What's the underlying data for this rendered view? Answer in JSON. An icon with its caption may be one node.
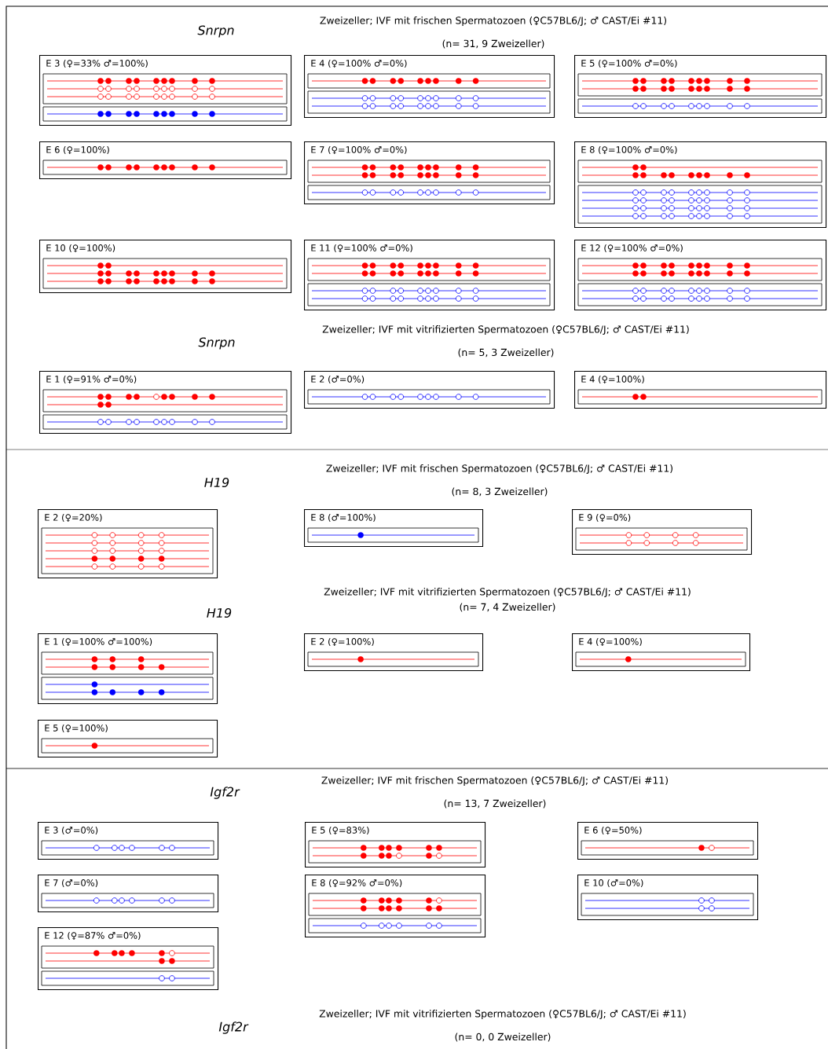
{
  "diagram": {
    "nodes": [
      {
        "text": [
          "E 3 (♀=33% ♂=100%)"
        ]
      },
      {
        "text": [
          "E 4 (♀=100% ♂=0%)"
        ]
      },
      {
        "text": [
          "E 5 (♀=100% ♂=0%)"
        ]
      },
      {
        "text": [
          "E 6 (♀=100%)"
        ]
      },
      {
        "text": [
          "E 7 (♀=100% ♂=0%)"
        ]
      },
      {
        "text": [
          "E 8 (♀=100% ♂=0%)"
        ]
      },
      {
        "text": [
          "E 10 (♀=100%)"
        ]
      },
      {
        "text": [
          "E 11 (♀=100% ♂=0%)"
        ]
      },
      {
        "text": [
          "E 12 (♀=100% ♂=0%)"
        ]
      },
      {
        "text": [
          "E 1 (♀=91% ♂=0%)"
        ]
      },
      {
        "text": [
          "E 2 (♂=0%)"
        ]
      },
      {
        "text": [
          "E 4 (♀=100%)"
        ]
      },
      {
        "text": [
          "E 2 (♀=20%)"
        ]
      },
      {
        "text": [
          "E 8 (♂=100%)"
        ]
      },
      {
        "text": [
          "E 9 (♀=0%)"
        ]
      },
      {
        "text": [
          "E 1 (♀=100% ♂=100%)"
        ]
      },
      {
        "text": [
          "E 2 (♀=100%)"
        ]
      },
      {
        "text": [
          "E 4 (♀=100%)"
        ]
      },
      {
        "text": [
          "E 5 (♀=100%)"
        ]
      },
      {
        "text": [
          "E 3 (♂=0%)"
        ]
      },
      {
        "text": [
          "E 5 (♀=83%)"
        ]
      },
      {
        "text": [
          "E 6 (♀=50%)"
        ]
      },
      {
        "text": [
          "E 7 (♂=0%)"
        ]
      },
      {
        "text": [
          "E 8 (♀=92% ♂=0%)"
        ]
      },
      {
        "text": [
          "E 10 (♂=0%)"
        ]
      },
      {
        "text": [
          "E 12 (♀=87% ♂=0%)"
        ]
      }
    ],
    "labels": [
      "Snrpn",
      "Zweizeller; IVF mit frischen Spermatozoen (♀C57BL6/J; ♂ CAST/Ei #11)",
      "(n= 31, 9 Zweizeller)",
      "Zweizeller; IVF mit vitrifizierten Spermatozoen (♀C57BL6/J; ♂ CAST/Ei #11)",
      "Snrpn",
      "(n= 5, 3 Zweizeller)",
      "Zweizeller; IVF mit frischen Spermatozoen (♀C57BL6/J; ♂ CAST/Ei #11)",
      "H19",
      "(n= 8, 3 Zweizeller)",
      "Zweizeller; IVF mit vitrifizierten Spermatozoen (♀C57BL6/J; ♂ CAST/Ei #11)",
      "(n= 7, 4 Zweizeller)",
      "H19",
      "Zweizeller; IVF mit frischen Spermatozoen (♀C57BL6/J; ♂ CAST/Ei #11)",
      "Igf2r",
      "(n= 13, 7 Zweizeller)",
      "Zweizeller; IVF mit vitrifizierten Spermatozoen (♀C57BL6/J; ♂ CAST/Ei #11)",
      "Igf2r",
      "(n= 0, 0 Zweizeller)"
    ]
  }
}
